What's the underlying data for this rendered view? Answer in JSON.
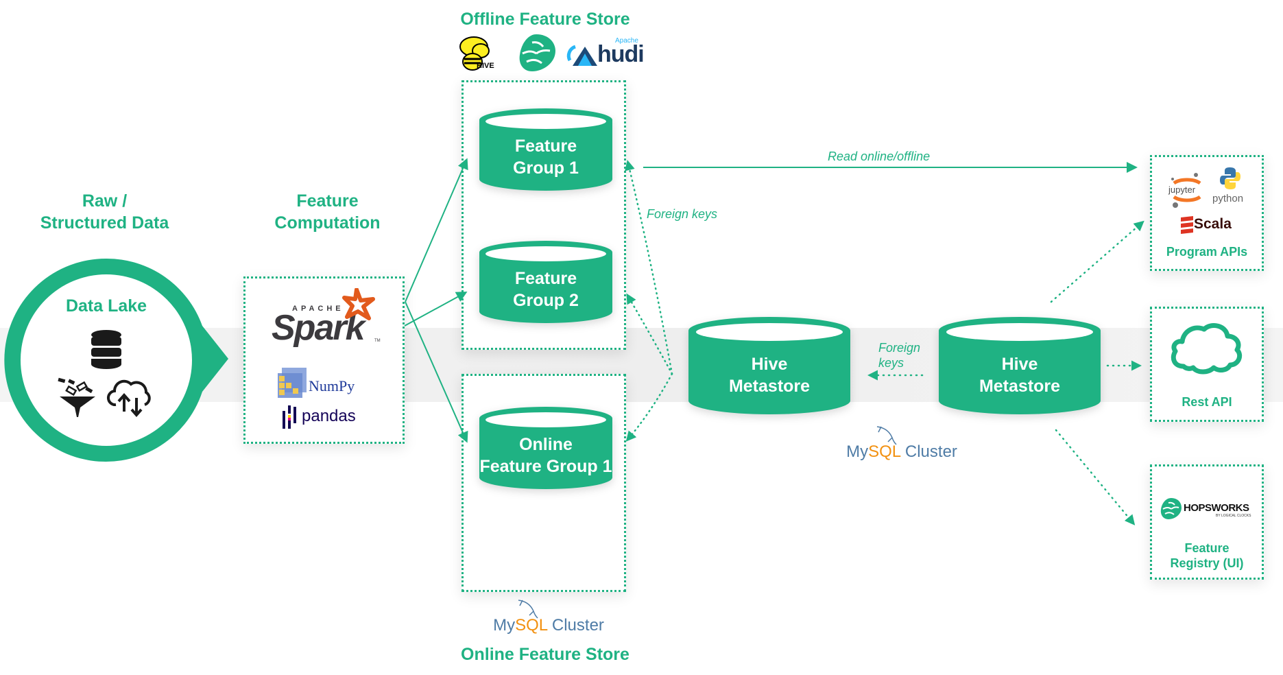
{
  "colors": {
    "accent": "#1fb283",
    "band": "#efefef",
    "mysql_blue": "#4f7ca6",
    "mysql_orange": "#f29111"
  },
  "raw_data": {
    "title_line1": "Raw /",
    "title_line2": "Structured Data",
    "circle_label": "Data Lake",
    "icons": [
      "database-icon",
      "funnel-ingest-icon",
      "cloud-sync-icon"
    ]
  },
  "feature_computation": {
    "title_line1": "Feature",
    "title_line2": "Computation",
    "logos": [
      {
        "name": "spark-logo",
        "top": "APACHE",
        "main": "Spark",
        "tm": "TM"
      },
      {
        "name": "numpy-logo",
        "main": "NumPy"
      },
      {
        "name": "pandas-logo",
        "main": "pandas"
      }
    ]
  },
  "offline_store": {
    "title": "Offline Feature Store",
    "logos": [
      "hive-logo",
      "hopsworks-hop-logo",
      "apache-hudi-logo"
    ],
    "hive_text": "HIVE",
    "hudi_apache": "Apache",
    "hudi_text": "hudi",
    "groups": [
      {
        "line1": "Feature",
        "line2": "Group 1"
      },
      {
        "line1": "Feature",
        "line2": "Group 2"
      }
    ]
  },
  "online_store": {
    "title": "Online Feature Store",
    "group": {
      "line1": "Online",
      "line2": "Feature Group 1"
    },
    "mysql": {
      "my": "My",
      "sql": "SQL",
      "cluster": "Cluster"
    }
  },
  "metastores": [
    {
      "line1": "Hive",
      "line2": "Metastore"
    },
    {
      "line1": "Hive",
      "line2": "Metastore"
    }
  ],
  "metastore_mysql": {
    "my": "My",
    "sql": "SQL",
    "cluster": "Cluster"
  },
  "edge_labels": {
    "read": "Read online/offline",
    "foreign_keys_1": "Foreign keys",
    "foreign_keys_2_line1": "Foreign",
    "foreign_keys_2_line2": "keys"
  },
  "consumers": {
    "program_apis": {
      "title": "Program APIs",
      "jupyter": "jupyter",
      "python": "python",
      "scala": "Scala"
    },
    "rest_api": {
      "title": "Rest API"
    },
    "registry": {
      "title_line1": "Feature",
      "title_line2": "Registry (UI)",
      "brand": "HOPSWORKS",
      "brand_sub": "BY LOGICAL CLOCKS"
    }
  }
}
